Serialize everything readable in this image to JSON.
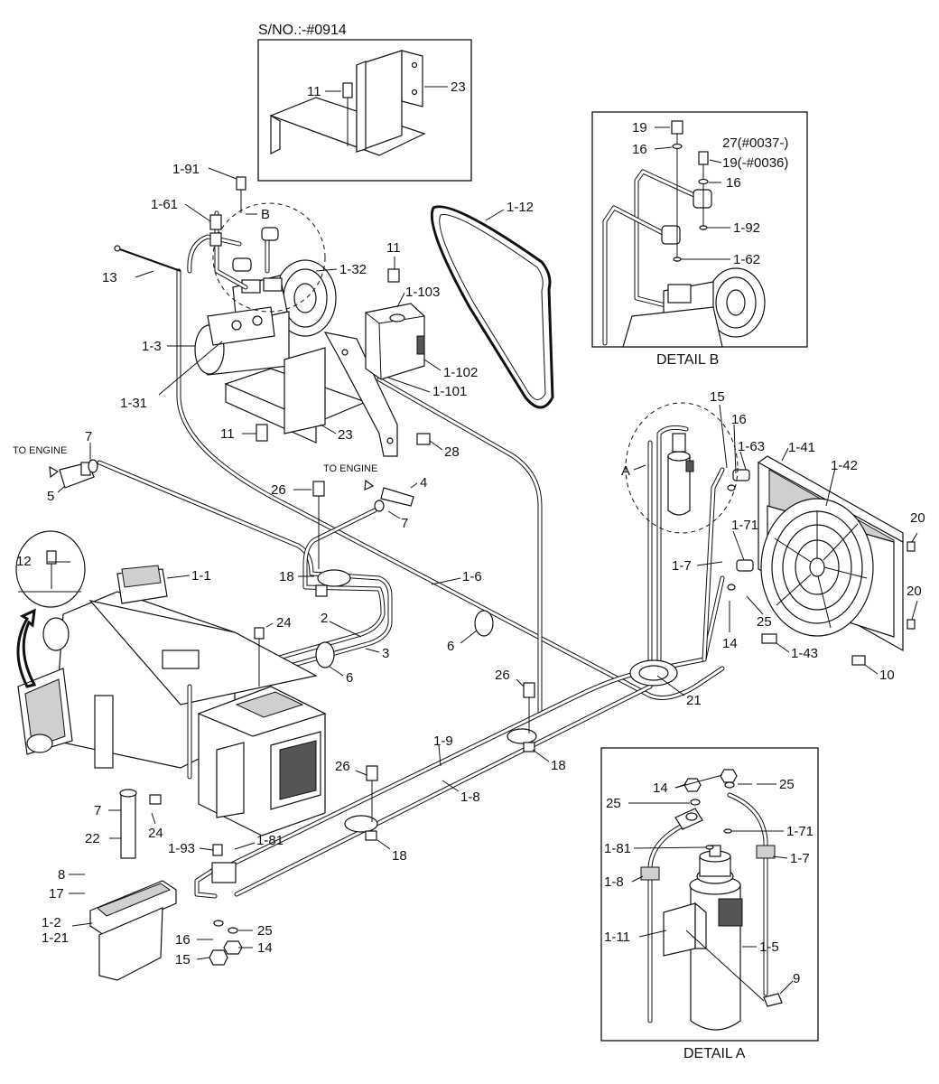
{
  "header": {
    "serial_note": "S/NO.:-#0914"
  },
  "captions": {
    "detail_b": "DETAIL B",
    "detail_a": "DETAIL A",
    "to_engine_left": "TO ENGINE",
    "to_engine_mid": "TO ENGINE",
    "detail_a_ref": "A",
    "detail_b_ref": "B"
  },
  "labels": {
    "p1_1": "1-1",
    "p1_2": "1-2",
    "p1_21": "1-21",
    "p1_3": "1-3",
    "p1_31": "1-31",
    "p1_32": "1-32",
    "p1_41": "1-41",
    "p1_42": "1-42",
    "p1_43": "1-43",
    "p1_5": "1-5",
    "p1_6": "1-6",
    "p1_61": "1-61",
    "p1_62": "1-62",
    "p1_63": "1-63",
    "p1_7": "1-7",
    "p1_71": "1-71",
    "p1_8": "1-8",
    "p1_81": "1-81",
    "p1_9": "1-9",
    "p1_91": "1-91",
    "p1_92": "1-92",
    "p1_93": "1-93",
    "p1_101": "1-101",
    "p1_102": "1-102",
    "p1_103": "1-103",
    "p1_11": "1-11",
    "p1_12": "1-12",
    "n2": "2",
    "n3": "3",
    "n4": "4",
    "n5": "5",
    "n6": "6",
    "n7": "7",
    "n8": "8",
    "n9": "9",
    "n10": "10",
    "n11": "11",
    "n12": "12",
    "n13": "13",
    "n14": "14",
    "n15": "15",
    "n16": "16",
    "n17": "17",
    "n18": "18",
    "n19": "19",
    "n20": "20",
    "n21": "21",
    "n22": "22",
    "n23": "23",
    "n24": "24",
    "n25": "25",
    "n26": "26",
    "n28": "28",
    "n27_note": "27(#0037-)",
    "n19_note": "19(-#0036)"
  }
}
